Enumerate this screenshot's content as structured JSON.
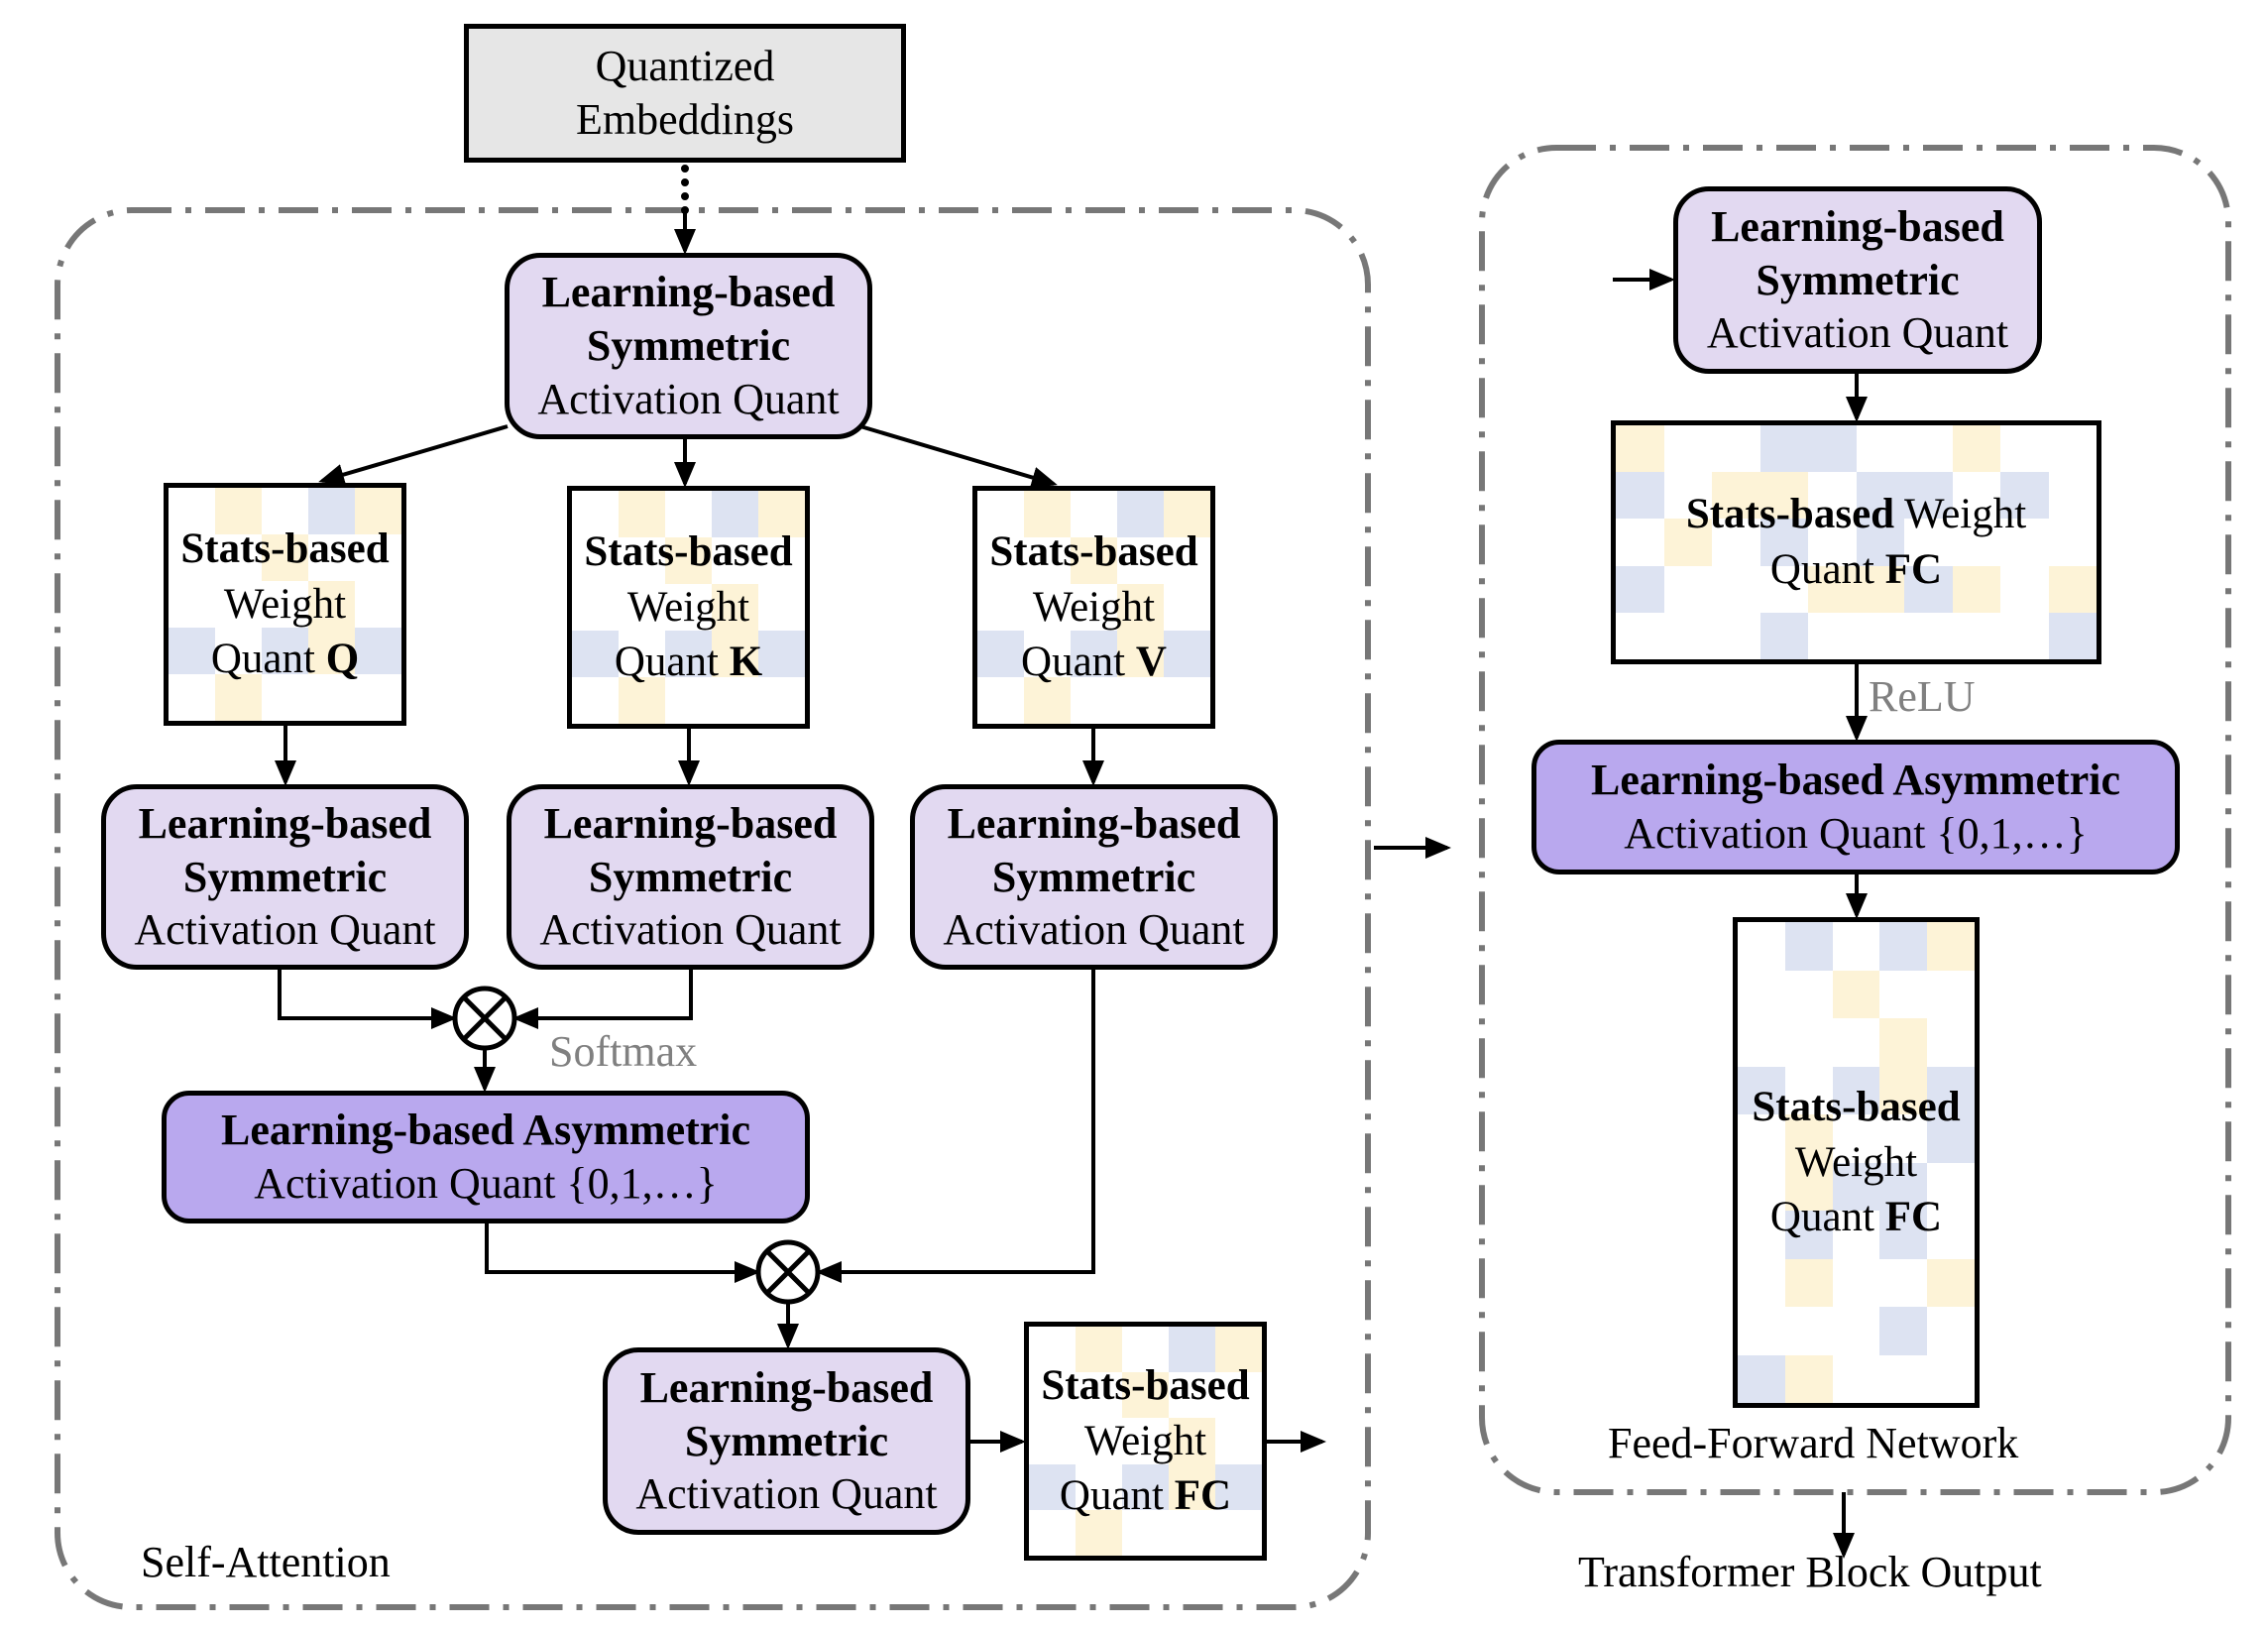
{
  "colors": {
    "activation_fill": "#E2D9F1",
    "asymmetric_fill": "#B9A8EE",
    "embedding_fill": "#E6E6E6",
    "weight_yellow": "#FDF3D7",
    "weight_blue": "#DDE3F2",
    "container_dash": "#777777",
    "annotation_gray": "#808080"
  },
  "input": {
    "line1": "Quantized",
    "line2": "Embeddings"
  },
  "self_attention": {
    "label": "Self-Attention",
    "top_act": {
      "line1": "Learning-based",
      "line2": "Symmetric",
      "line3": "Activation Quant"
    },
    "weights": [
      {
        "line1": "Stats-based",
        "line2": "Weight",
        "line3_prefix": "Quant ",
        "line3_bold": "Q"
      },
      {
        "line1": "Stats-based",
        "line2": "Weight",
        "line3_prefix": "Quant ",
        "line3_bold": "K"
      },
      {
        "line1": "Stats-based",
        "line2": "Weight",
        "line3_prefix": "Quant ",
        "line3_bold": "V"
      }
    ],
    "acts": [
      {
        "line1": "Learning-based",
        "line2": "Symmetric",
        "line3": "Activation Quant"
      },
      {
        "line1": "Learning-based",
        "line2": "Symmetric",
        "line3": "Activation Quant"
      },
      {
        "line1": "Learning-based",
        "line2": "Symmetric",
        "line3": "Activation Quant"
      }
    ],
    "softmax_label": "Softmax",
    "asym": {
      "line1": "Learning-based Asymmetric",
      "line2": "Activation Quant {0,1,…}"
    },
    "out_act": {
      "line1": "Learning-based",
      "line2": "Symmetric",
      "line3": "Activation Quant"
    },
    "out_weight": {
      "line1": "Stats-based",
      "line2": "Weight",
      "line3_prefix": "Quant ",
      "line3_bold": "FC"
    }
  },
  "ffn": {
    "label": "Feed-Forward Network",
    "act": {
      "line1": "Learning-based",
      "line2": "Symmetric",
      "line3": "Activation Quant"
    },
    "fc1": {
      "line1_bold": "Stats-based",
      "line1_rest": " Weight",
      "line2_prefix": "Quant ",
      "line2_bold": "FC"
    },
    "relu_label": "ReLU",
    "asym": {
      "line1": "Learning-based Asymmetric",
      "line2": "Activation Quant {0,1,…}"
    },
    "fc2": {
      "line1": "Stats-based",
      "line2": "Weight",
      "line3_prefix": "Quant ",
      "line3_bold": "FC"
    }
  },
  "output_label": "Transformer Block Output",
  "weight_patterns": {
    "small_5x5": [
      "-y-by",
      "--y--",
      "---y-",
      "b-byb",
      "-y---"
    ],
    "wide_10x5": [
      "y--bb--y--",
      "b-yy-bb-b-",
      "-y-b-b----",
      "b---yyby-y",
      "---b-----b"
    ],
    "tall_5x10": [
      "-b-by",
      "--y--",
      "---y-",
      "b-byb",
      "-y--b",
      "-ybb-",
      "-b-b-",
      "-y--y",
      "---b-",
      "by---"
    ]
  }
}
